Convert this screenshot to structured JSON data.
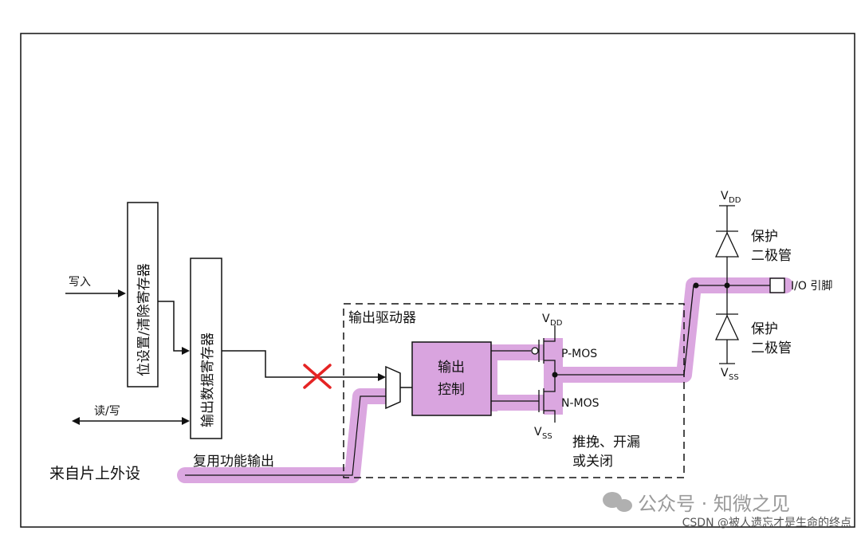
{
  "labels": {
    "write": "写入",
    "read_write": "读/写",
    "peripheral": "来自片上外设",
    "alt_output": "复用功能输出",
    "bsrr": "位设置/清除寄存器",
    "odr": "输出数据寄存器",
    "driver": "输出驱动器",
    "output_control": "输出",
    "output_control_2": "控制",
    "vdd_main": "V",
    "vdd_main_sub": "DD",
    "vss_main": "V",
    "vss_main_sub": "SS",
    "pmos": "P-MOS",
    "nmos": "N-MOS",
    "mode_line1": "推挽、开漏",
    "mode_line2": "或关闭",
    "vdd_pin": "V",
    "vdd_pin_sub": "DD",
    "vss_pin": "V",
    "vss_pin_sub": "SS",
    "protect1_line1": "保护",
    "protect1_line2": "二极管",
    "protect2_line1": "保护",
    "protect2_line2": "二极管",
    "io_pin": "I/O 引脚"
  },
  "watermark": {
    "account": "公众号 · 知微之见",
    "footer": "CSDN @被人遗忘才是生命的终点"
  },
  "colors": {
    "highlight": "#dba7e0",
    "control_block": "#d9a4df",
    "cross": "#e52424",
    "line": "#111111"
  }
}
